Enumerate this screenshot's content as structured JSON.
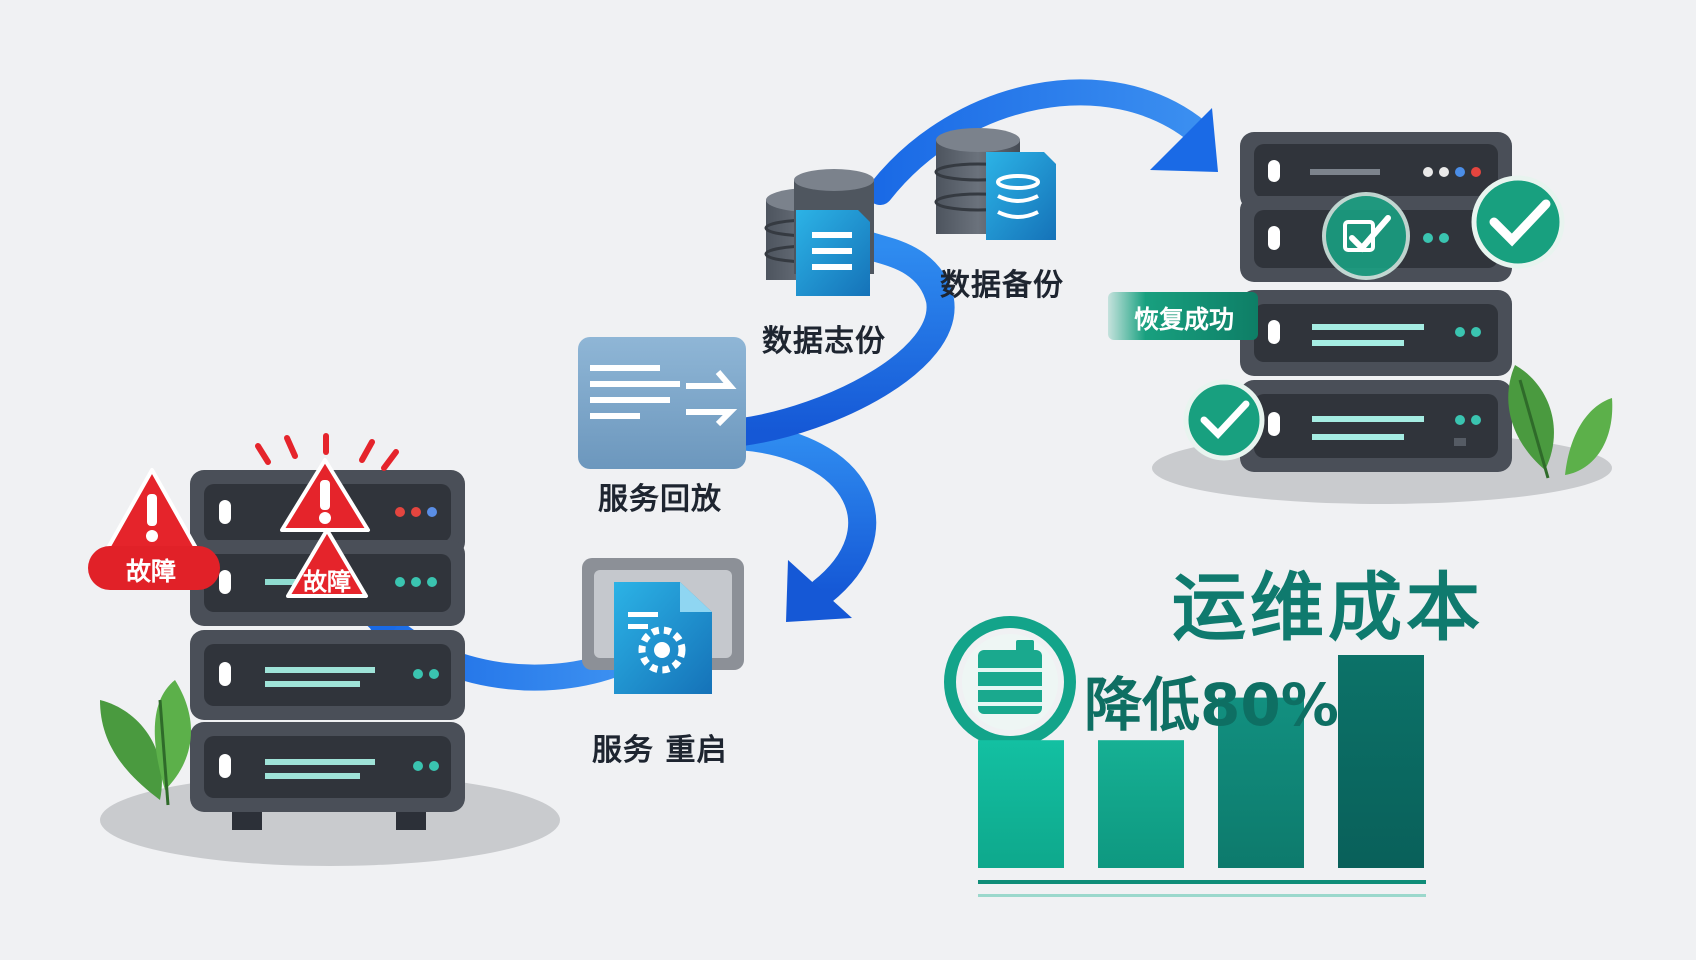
{
  "labels": {
    "fault_left": "故障",
    "fault_center": "故障",
    "service_restart": "服务 重启",
    "emergency_rollback": "服务回放",
    "data_backup_1": "数据志份",
    "data_backup_2": "数据备份",
    "recovery_success": "恢复成功",
    "ops_cost_title": "运维成本",
    "cost_reduction": "降低80%"
  },
  "chart_data": {
    "type": "bar",
    "categories": [
      "",
      "",
      "",
      ""
    ],
    "values": [
      1.8,
      1.8,
      2.4,
      3.0
    ],
    "title": "运维成本",
    "annotation": "降低80%",
    "colors": [
      "#10b59a",
      "#14a88e",
      "#0f8a78",
      "#0b6e64"
    ]
  },
  "colors": {
    "background": "#f0f1f3",
    "server_dark": "#3b4049",
    "server_body": "#545a64",
    "alert_red": "#e5242b",
    "flow_blue": "#1a73e8",
    "success_green": "#14a37f",
    "cost_teal": "#0f7a6e",
    "leaf_green": "#3f9a3c"
  },
  "icons": [
    "warning-icon",
    "gear-document-icon",
    "rollback-document-icon",
    "database-icon",
    "check-icon",
    "leaf-icon"
  ]
}
